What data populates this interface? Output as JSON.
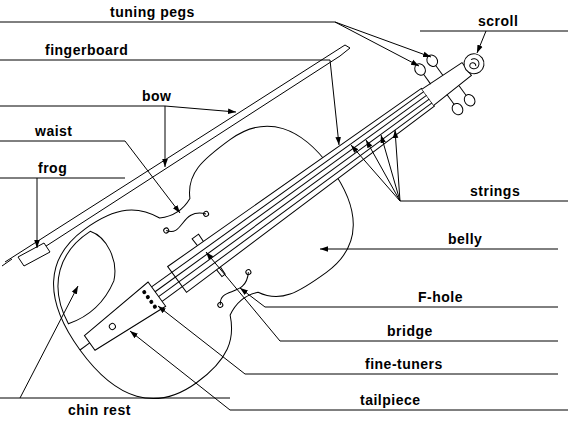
{
  "diagram": {
    "labels": [
      "tuning pegs",
      "scroll",
      "fingerboard",
      "bow",
      "waist",
      "frog",
      "strings",
      "belly",
      "F-hole",
      "bridge",
      "fine-tuners",
      "tailpiece",
      "chin rest"
    ]
  }
}
